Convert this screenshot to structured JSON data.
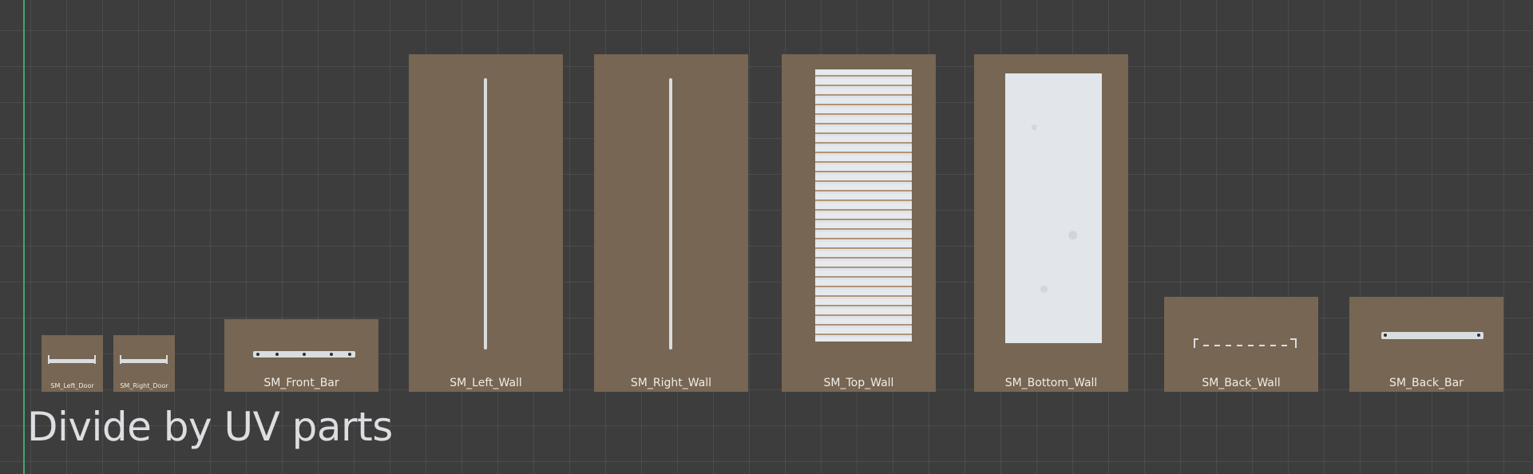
{
  "heading": "Divide by UV parts",
  "accent_colors": {
    "background": "#3d3d3d",
    "card": "#766653",
    "label_text": "#f1ece4",
    "axis": "#3fa86b"
  },
  "parts": [
    {
      "label": "SM_Left_Door"
    },
    {
      "label": "SM_Right_Door"
    },
    {
      "label": "SM_Front_Bar"
    },
    {
      "label": "SM_Left_Wall"
    },
    {
      "label": "SM_Right_Wall"
    },
    {
      "label": "SM_Top_Wall"
    },
    {
      "label": "SM_Bottom_Wall"
    },
    {
      "label": "SM_Back_Wall"
    },
    {
      "label": "SM_Back_Bar"
    }
  ]
}
